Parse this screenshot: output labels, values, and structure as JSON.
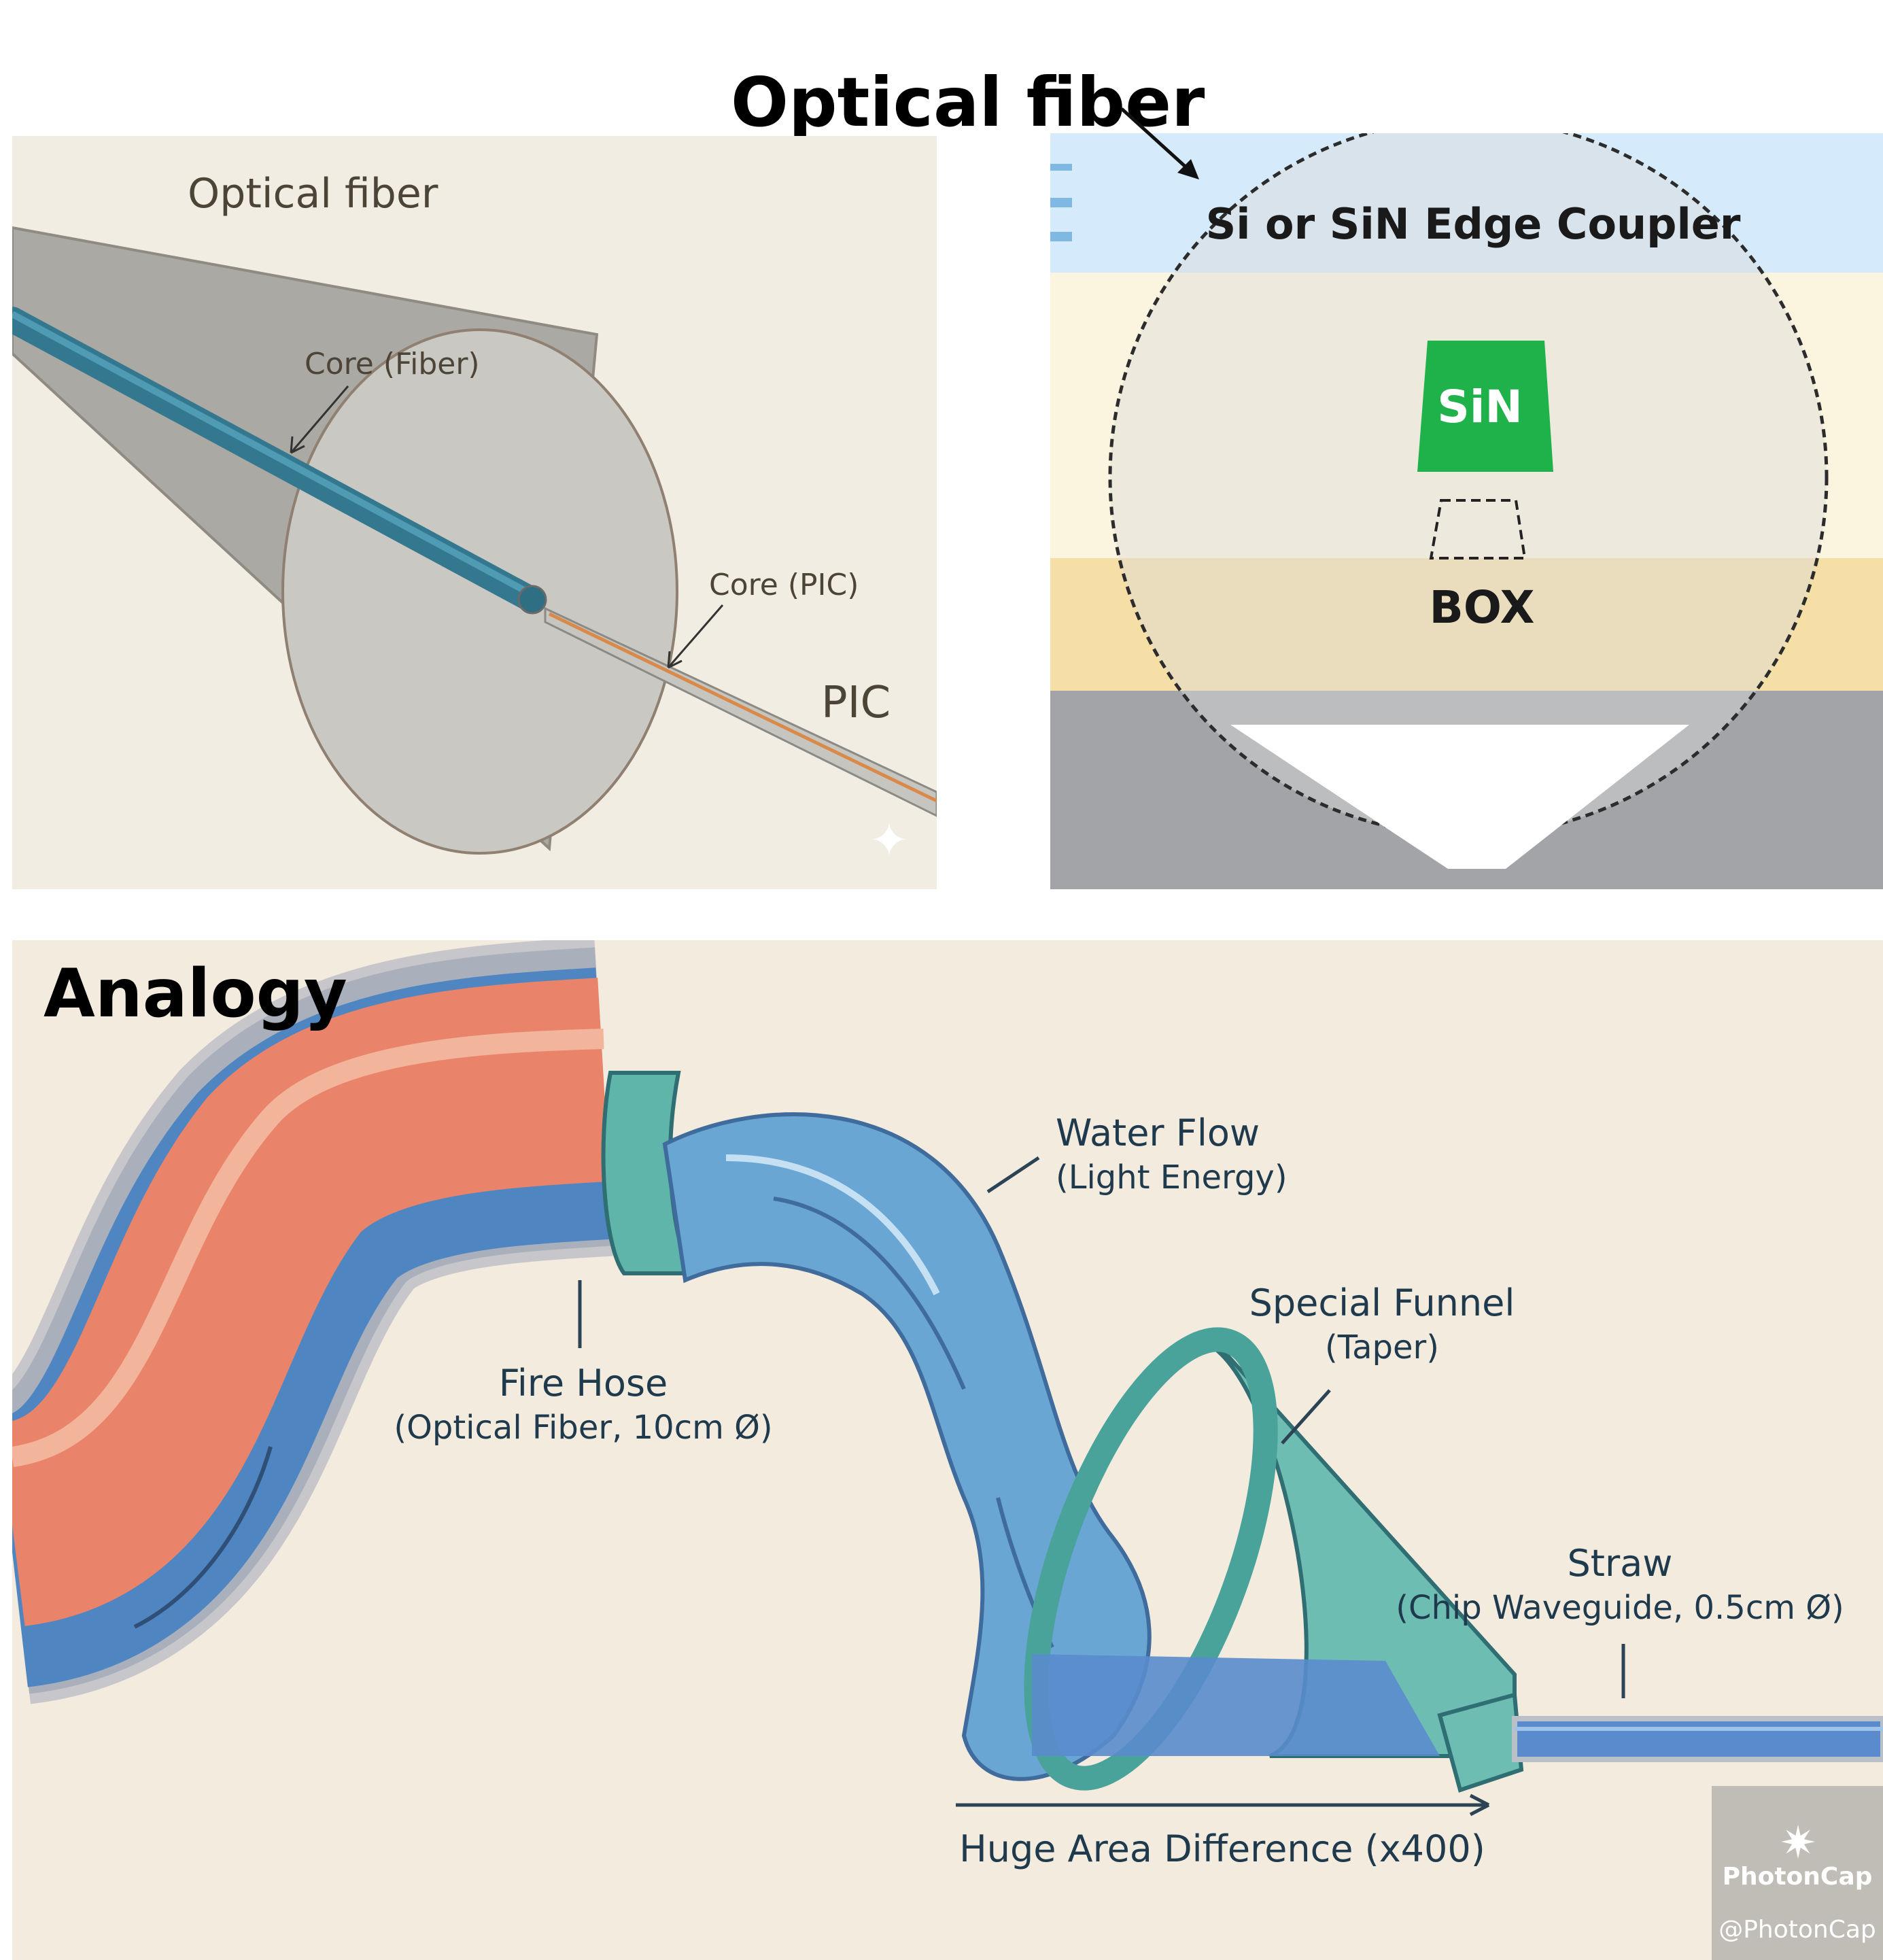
{
  "header": {
    "title": "Optical fiber"
  },
  "fiber_panel": {
    "title": "Optical fiber",
    "core_fiber_label": "Core (Fiber)",
    "core_pic_label": "Core (PIC)",
    "pic_label": "PIC"
  },
  "coupler_panel": {
    "layer_label": "Si or SiN Edge Coupler",
    "sin_label": "SiN",
    "box_label": "BOX"
  },
  "analogy": {
    "title": "Analogy",
    "water_flow": "Water Flow",
    "water_flow_sub": "(Light Energy)",
    "fire_hose": "Fire Hose",
    "fire_hose_sub": "(Optical Fiber, 10cm Ø)",
    "special_funnel": "Special Funnel",
    "special_funnel_sub": "(Taper)",
    "straw": "Straw",
    "straw_sub": "(Chip Waveguide, 0.5cm Ø)",
    "area_difference": "Huge Area Difference (x400)"
  },
  "watermark": {
    "brand": "PhotonCap",
    "handle": "@PhotonCap"
  },
  "colors": {
    "fiber_core": "#3f8ea6",
    "pic_core": "#d98a4a",
    "sin": "#20b24a",
    "box_layer": "#f6dfa6",
    "top_layer": "#cfe7f8",
    "hose_red": "#e9846a",
    "hose_blue": "#4f86c2",
    "funnel_green": "#6dbdb3"
  }
}
